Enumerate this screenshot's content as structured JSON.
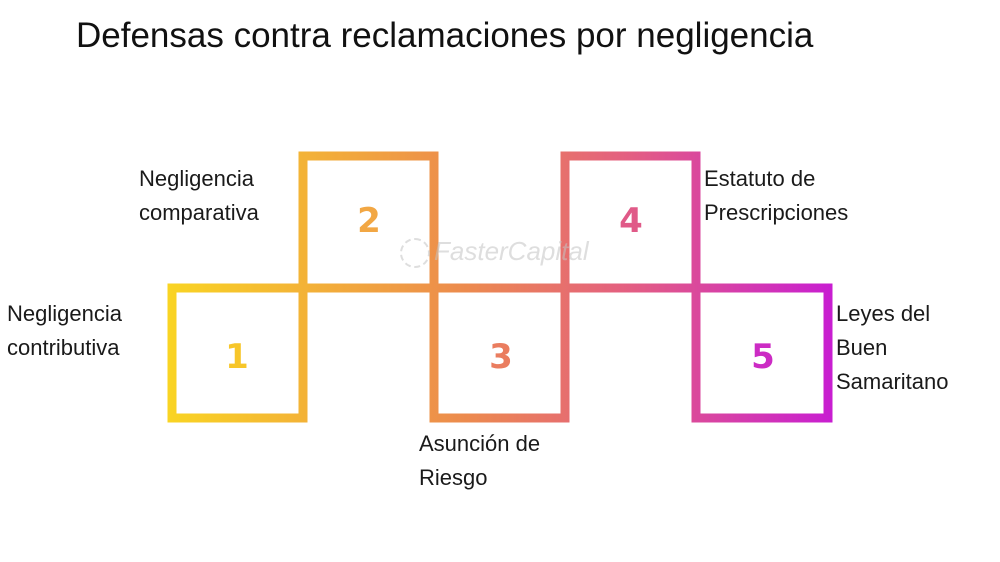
{
  "title": "Defensas contra reclamaciones por negligencia",
  "steps": [
    {
      "number": "1",
      "label": "Negligencia\ncontributiva",
      "color": "#f7c62a"
    },
    {
      "number": "2",
      "label": "Negligencia\ncomparativa",
      "color": "#f2a744"
    },
    {
      "number": "3",
      "label": "Asunción de\nRiesgo",
      "color": "#ea7d5f"
    },
    {
      "number": "4",
      "label": "Estatuto de\nPrescripciones",
      "color": "#e05a88"
    },
    {
      "number": "5",
      "label": "Leyes del\nBuen\nSamaritano",
      "color": "#cc2bc4"
    }
  ],
  "gradient": {
    "start": "#f9d423",
    "mid": "#ec8a4e",
    "mid2": "#e35d83",
    "end": "#c81ed1"
  },
  "watermark": "FasterCapital"
}
